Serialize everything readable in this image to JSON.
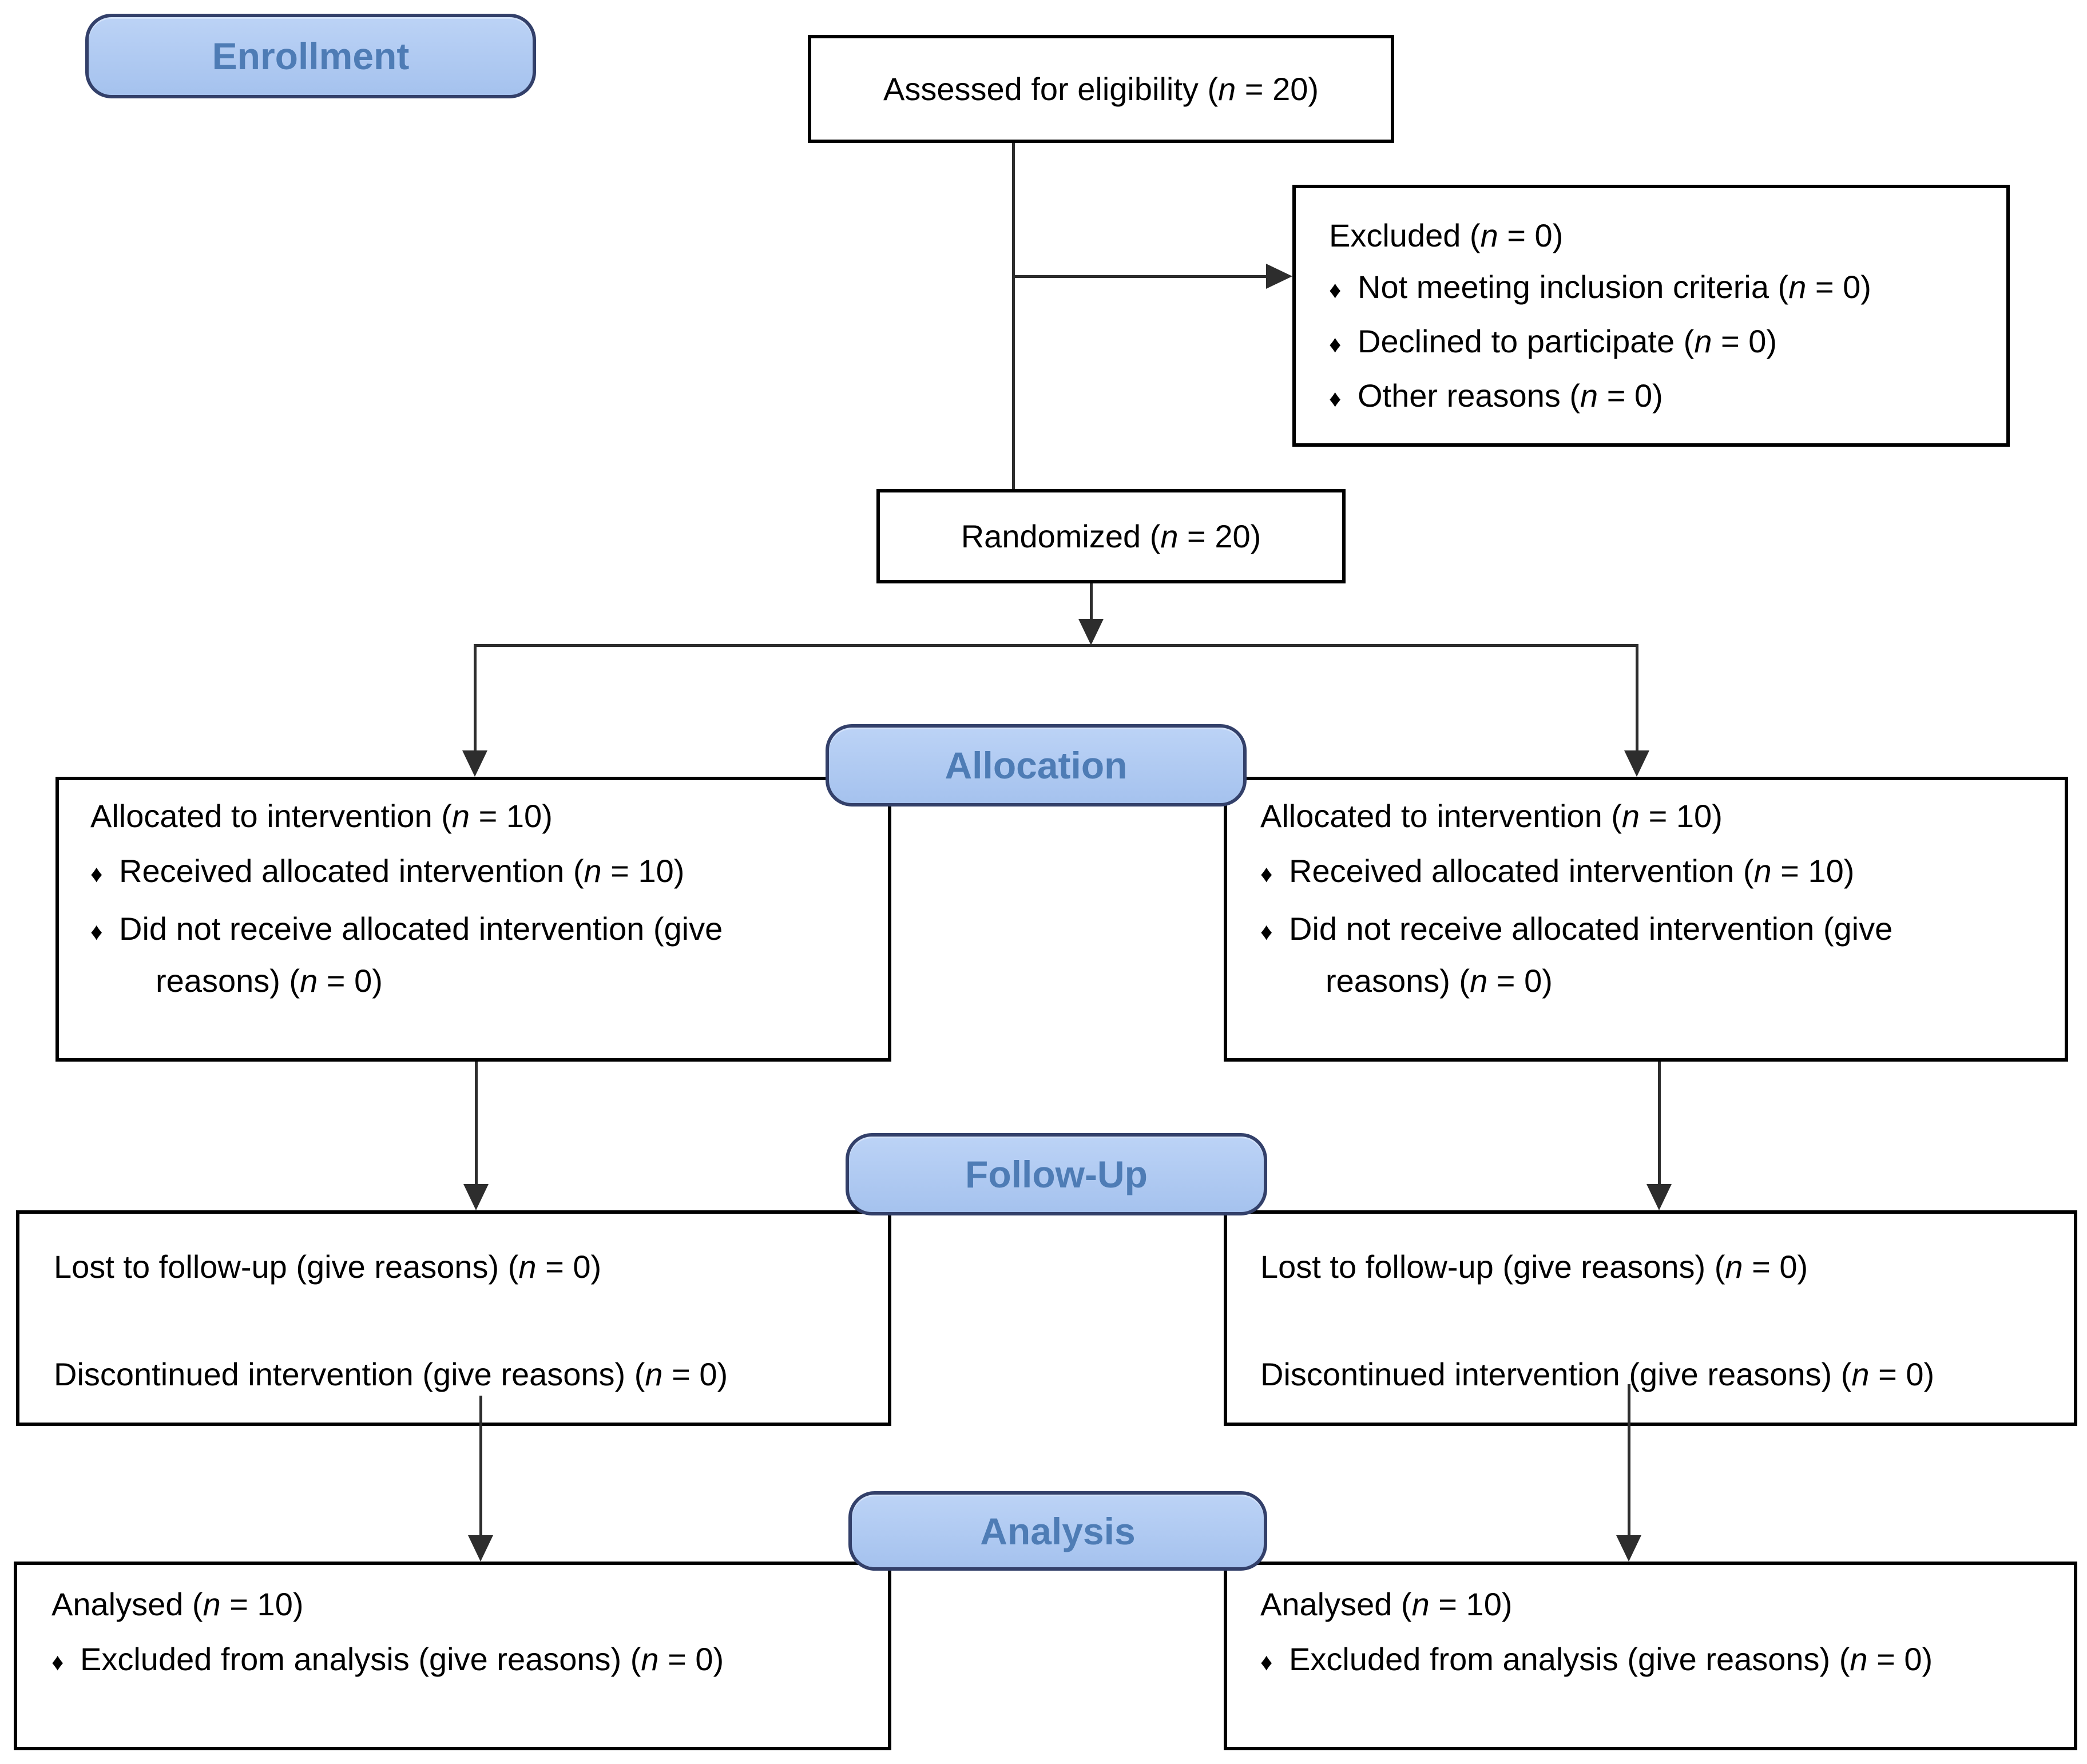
{
  "palette": {
    "badge_fill_top": "#bcd3f6",
    "badge_fill_bottom": "#a5c2ee",
    "badge_border": "#33406a",
    "badge_text": "#4e7cb5",
    "line_color": "#2d2d2d",
    "box_border": "#000000"
  },
  "bullet_glyph": "♦",
  "badges": {
    "enrollment": "Enrollment",
    "allocation": "Allocation",
    "followup": "Follow-Up",
    "analysis": "Analysis"
  },
  "boxes": {
    "assessed": {
      "text": "Assessed for eligibility (n = 20)"
    },
    "excluded": {
      "title": "Excluded (n = 0)",
      "items": [
        "Not meeting inclusion criteria (n = 0)",
        "Declined to participate (n = 0)",
        "Other reasons (n = 0)"
      ]
    },
    "randomized": {
      "text": "Randomized (n = 20)"
    },
    "allocation_left": {
      "title": "Allocated to intervention (n = 10)",
      "items": [
        "Received allocated intervention (n = 10)",
        "Did not receive allocated intervention (give\nreasons) (n = 0)"
      ]
    },
    "allocation_right": {
      "title": "Allocated to intervention (n = 10)",
      "items": [
        "Received allocated intervention (n = 10)",
        "Did not receive allocated intervention (give\nreasons) (n = 0)"
      ]
    },
    "followup_left": {
      "lines": [
        "Lost to follow-up (give reasons) (n = 0)",
        "Discontinued intervention (give reasons) (n = 0)"
      ]
    },
    "followup_right": {
      "lines": [
        "Lost to follow-up (give reasons) (n = 0)",
        "Discontinued intervention (give reasons) (n = 0)"
      ]
    },
    "analysis_left": {
      "title": "Analysed (n = 10)",
      "items": [
        "Excluded from analysis (give reasons) (n = 0)"
      ]
    },
    "analysis_right": {
      "title": "Analysed (n = 10)",
      "items": [
        "Excluded from analysis (give reasons) (n = 0)"
      ]
    }
  }
}
